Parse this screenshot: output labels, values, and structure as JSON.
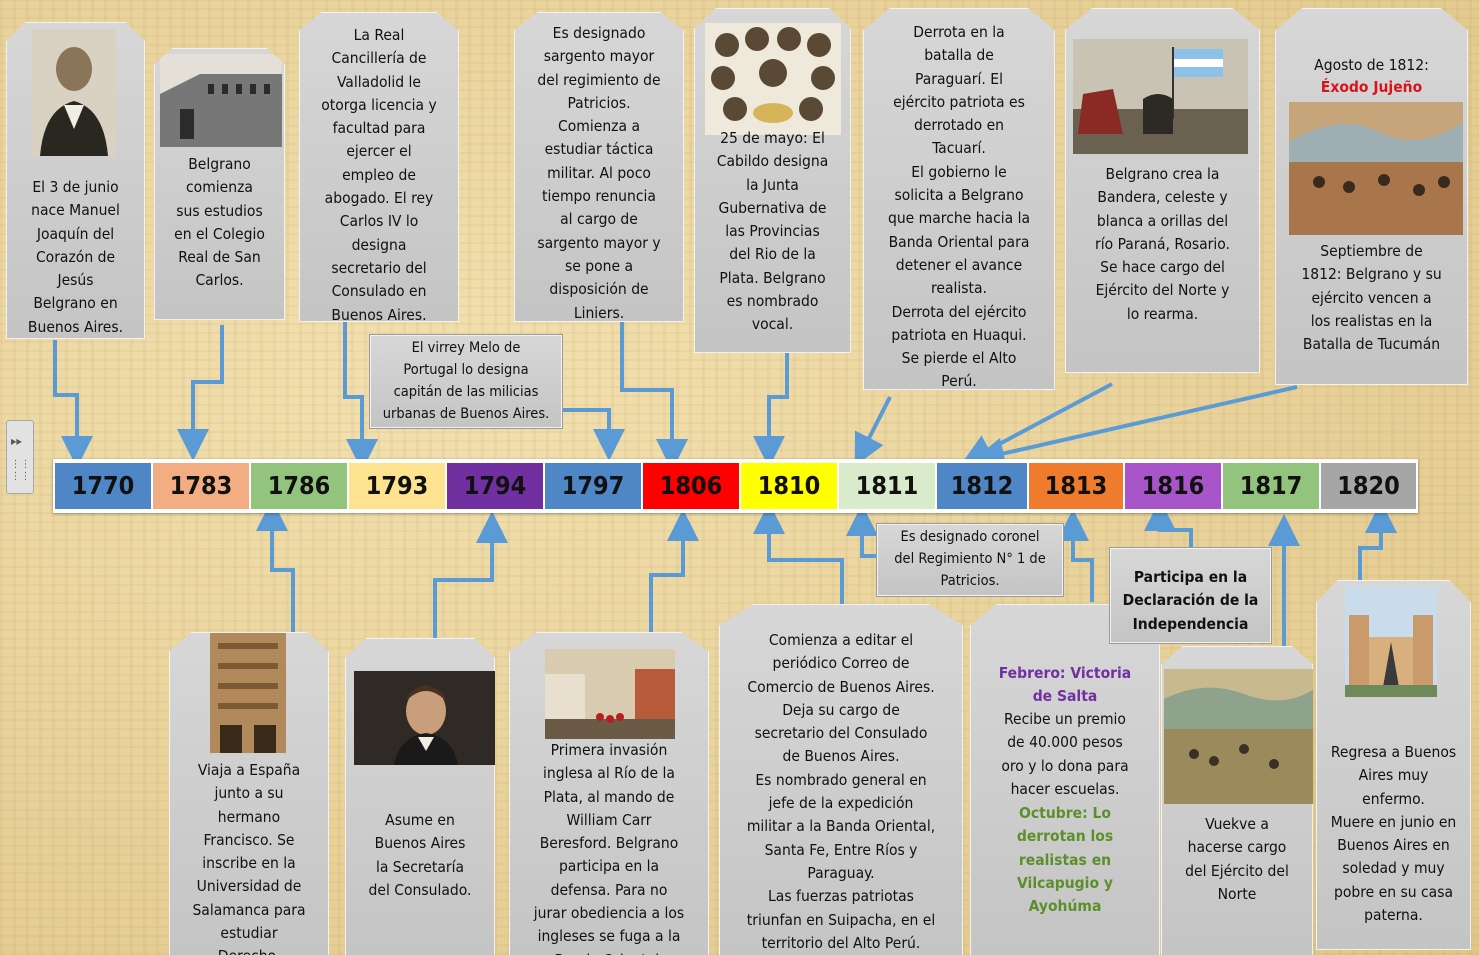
{
  "years": [
    {
      "label": "1770",
      "color": "#4f86c6"
    },
    {
      "label": "1783",
      "color": "#f2ad82"
    },
    {
      "label": "1786",
      "color": "#92c47e"
    },
    {
      "label": "1793",
      "color": "#fde38f"
    },
    {
      "label": "1794",
      "color": "#7030a0"
    },
    {
      "label": "1797",
      "color": "#4f86c6"
    },
    {
      "label": "1806",
      "color": "#ff0000"
    },
    {
      "label": "1810",
      "color": "#ffff00"
    },
    {
      "label": "1811",
      "color": "#d9ebcb"
    },
    {
      "label": "1812",
      "color": "#4f86c6"
    },
    {
      "label": "1813",
      "color": "#ee7c2c"
    },
    {
      "label": "1816",
      "color": "#a855c9"
    },
    {
      "label": "1817",
      "color": "#92c47e"
    },
    {
      "label": "1820",
      "color": "#a6a6a6"
    }
  ],
  "top": {
    "e1770": "El 3 de junio\nnace Manuel\nJoaquín del\nCorazón de\nJesús\nBelgrano en\nBuenos Aires.",
    "e1783": "Belgrano\ncomienza\nsus estudios\nen el Colegio\nReal de San\nCarlos.",
    "e1793": "La Real\nCancillería de\nValladolid le\notorga licencia y\nfacultad para\nejercer el\nempleo de\nabogado. El rey\nCarlos IV lo\ndesigna\nsecretario del\nConsulado en\nBuenos Aires.",
    "e1797": "El virrey Melo de\nPortugal lo designa\ncapitán de las milicias\nurbanas de Buenos Aires.",
    "e1806": "Es designado\nsargento mayor\ndel regimiento de\nPatricios.\nComienza a\nestudiar táctica\nmilitar. Al poco\ntiempo renuncia\nal cargo de\nsargento mayor y\nse pone a\ndisposición de\nLiniers.",
    "e1810": "25 de mayo: El\nCabildo designa\nla Junta\nGubernativa de\nlas Provincias\ndel Rio de la\nPlata. Belgrano\nes nombrado\nvocal.",
    "e1811": "Derrota en la\nbatalla de\nParaguarí. El\nejército patriota es\nderrotado en\nTacuarí.\nEl gobierno le\nsolicita a Belgrano\nque marche hacia la\nBanda Oriental para\ndetener el avance\nrealista.\nDerrota del ejército\npatriota en Huaqui.\nSe pierde el Alto\nPerú.",
    "e1812a": "Belgrano crea la\nBandera, celeste y\nblanca a orillas del\nrío Paraná, Rosario.\nSe hace cargo del\nEjército del Norte y\nlo rearma.",
    "e1812b_title": "Agosto de 1812:",
    "e1812b_red": "Éxodo Jujeño",
    "e1812b": "Septiembre de\n1812: Belgrano y su\nejército vencen a\nlos realistas en la\nBatalla de Tucumán"
  },
  "bottom": {
    "e1786": "Viaja a España\njunto a su\nhermano\nFrancisco. Se\ninscribe en la\nUniversidad de\nSalamanca para\nestudiar\nDerecho.",
    "e1794": "Asume en\nBuenos Aires\nla Secretaría\ndel Consulado.",
    "e1806": "Primera invasión\ninglesa al Río de la\nPlata, al mando de\nWilliam Carr\nBeresford. Belgrano\nparticipa en la\ndefensa. Para no\njurar obediencia a los\ningleses se fuga a la\nBanda Oriental.",
    "e1810": "Comienza a editar el\nperiódico Correo de\nComercio de Buenos Aires.\nDeja su cargo de\nsecretario del Consulado\nde Buenos Aires.\nEs nombrado general en\njefe de la expedición\nmilitar a la Banda Oriental,\nSanta Fe, Entre Ríos y\nParaguay.\nLas fuerzas patriotas\ntriunfan en Suipacha, en el\nterritorio del Alto Perú.",
    "e1811": "Es designado coronel\ndel Regimiento N° 1 de\nPatricios.",
    "e1813_a": "Febrero: Victoria\nde Salta",
    "e1813_b": "Recibe un premio\nde 40.000 pesos\noro y lo dona para\nhacer escuelas.",
    "e1813_c": "Octubre: Lo\nderrotan los\nrealistas en\nVilcapugio y\nAyohúma",
    "e1816": "Participa en la\nDeclaración de la\nIndependencia",
    "e1817": "Vuekve a\nhacerse cargo\ndel Ejército del\nNorte",
    "e1820": "Regresa a Buenos\nAires muy\nenfermo.\nMuere en junio en\nBuenos Aires en\nsoledad y muy\npobre en su casa\npaterna."
  },
  "icons": {
    "panel_toggle": "double-chevron-right-icon",
    "grip": "drag-handle-icon"
  }
}
